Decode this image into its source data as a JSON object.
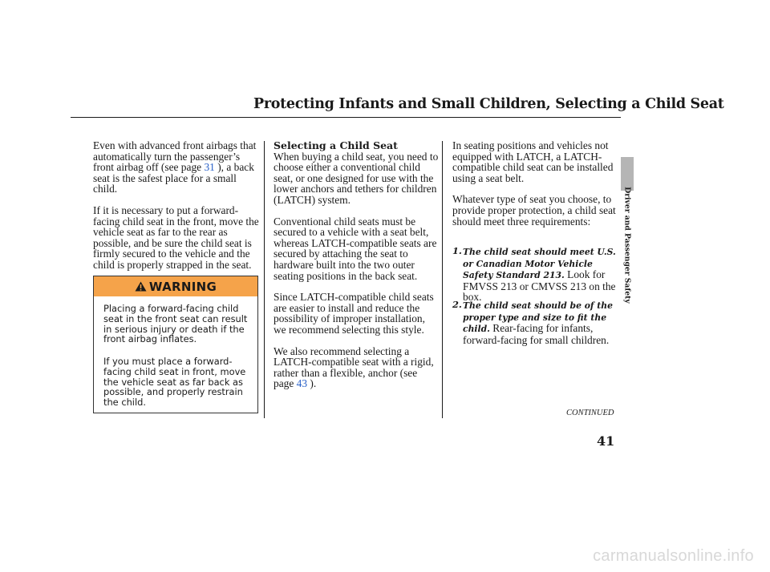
{
  "header": {
    "title": "Protecting Infants and Small Children, Selecting a Child Seat"
  },
  "left_column": {
    "p1_before": "Even with advanced front airbags that automatically turn the passenger’s front airbag off (see page",
    "p1_link": "31",
    "p1_after": "), a back seat is the safest place for a small child.",
    "p2": "If it is necessary to put a forward-facing child seat in the front, move the vehicle seat as far to the rear as possible, and be sure the child seat is firmly secured to the vehicle and the child is properly strapped in the seat."
  },
  "warning": {
    "label": "WARNING",
    "p1": "Placing a forward-facing child seat in the front seat can result in serious injury or death if the front airbag inflates.",
    "p2": "If you must place a forward-facing child seat in front, move the vehicle seat as far back as possible, and properly restrain the child.",
    "header_color": "#F5A34A"
  },
  "middle_column": {
    "heading": "Selecting a Child Seat",
    "p1": "When buying a child seat, you need to choose either a conventional child seat, or one designed for use with the lower anchors and tethers for children (LATCH) system.",
    "p2": "Conventional child seats must be secured to a vehicle with a seat belt, whereas LATCH-compatible seats are secured by attaching the seat to hardware built into the two outer seating positions in the back seat.",
    "p3": "Since LATCH-compatible child seats are easier to install and reduce the possibility of improper installation, we recommend selecting this style.",
    "p4_before": "We also recommend selecting a LATCH-compatible seat with a rigid, rather than a flexible, anchor (see page",
    "p4_link": "43",
    "p4_after": ")."
  },
  "right_column": {
    "p1": "In seating positions and vehicles not equipped with LATCH, a LATCH-compatible child seat can be installed using a seat belt.",
    "p2": "Whatever type of seat you choose, to provide proper protection, a child seat should meet three requirements:",
    "requirements": [
      {
        "num": "1.",
        "bold": "The child seat should meet U.S. or Canadian Motor Vehicle Safety Standard 213.",
        "text": "Look for FMVSS 213 or CMVSS 213 on the box."
      },
      {
        "num": "2.",
        "bold": "The child seat should be of the proper type and size to fit the child.",
        "text": "Rear-facing for infants, forward-facing for small children."
      }
    ],
    "continued": "CONTINUED"
  },
  "side_tab": {
    "label": "Driver and Passenger Safety"
  },
  "footer": {
    "page_number": "41",
    "watermark": "carmanualsonline.info"
  },
  "colors": {
    "link": "#2A62C9",
    "tab": "#B5B5B5"
  }
}
